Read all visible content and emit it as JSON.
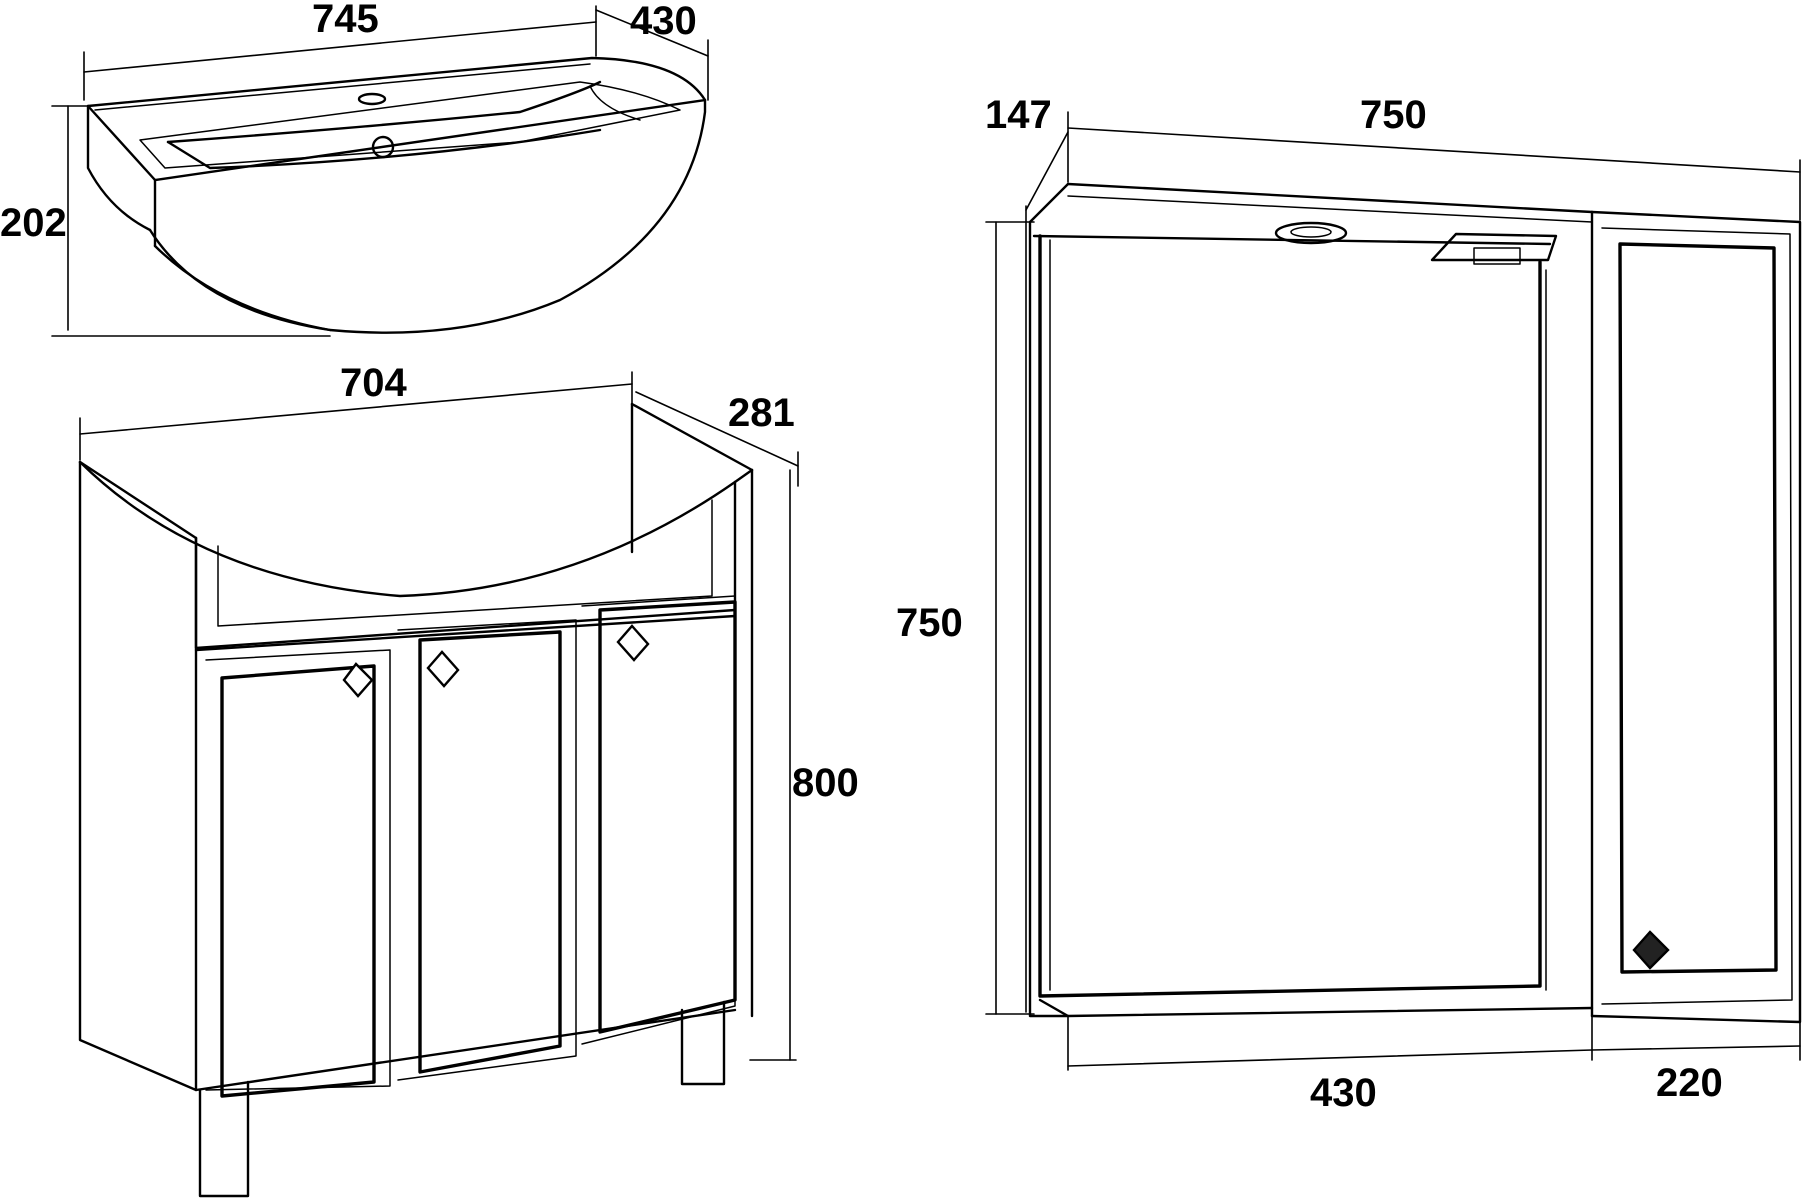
{
  "basin": {
    "width": "745",
    "depth": "430",
    "height": "202"
  },
  "vanity": {
    "width": "704",
    "depth": "281",
    "height": "800"
  },
  "mirror_cabinet": {
    "width": "750",
    "depth": "147",
    "height": "750",
    "mirror_width": "430",
    "cabinet_width": "220"
  }
}
